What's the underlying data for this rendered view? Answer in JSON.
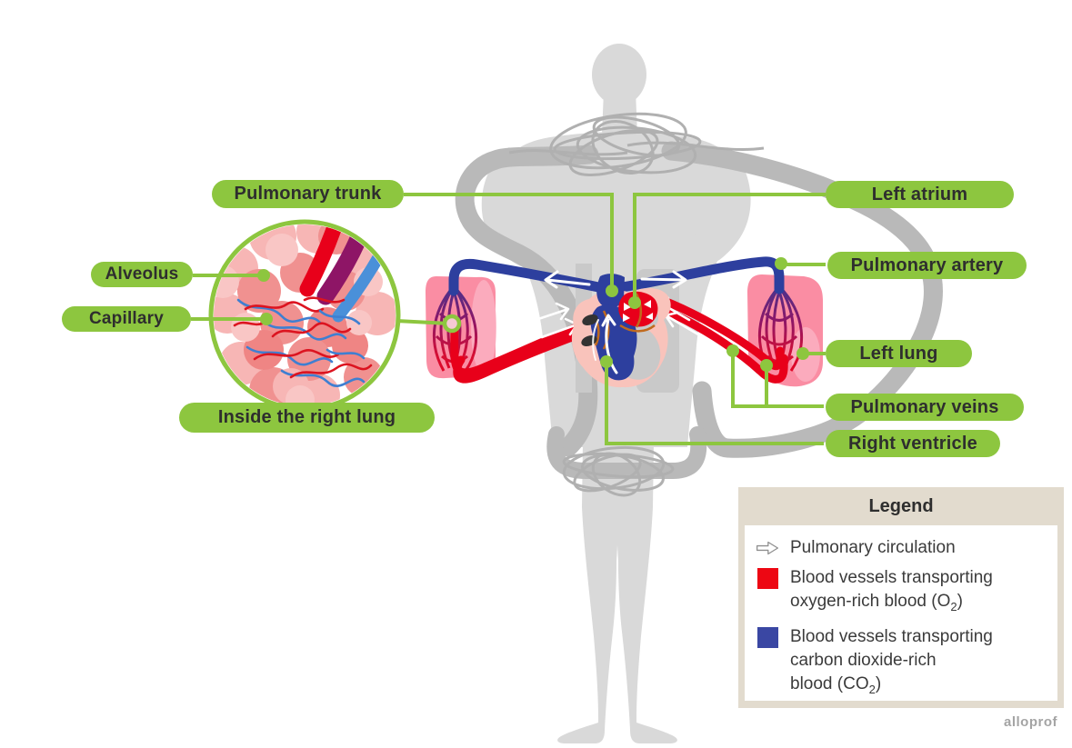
{
  "labels": {
    "pulmonary_trunk": "Pulmonary trunk",
    "left_atrium": "Left atrium",
    "pulmonary_artery": "Pulmonary artery",
    "left_lung": "Left lung",
    "pulmonary_veins": "Pulmonary veins",
    "right_ventricle": "Right ventricle",
    "alveolus": "Alveolus",
    "capillary": "Capillary",
    "inside_right_lung": "Inside the right lung"
  },
  "legend": {
    "title": "Legend",
    "arrow_item": {
      "icon": "right-arrow-outline-icon",
      "label": "Pulmonary circulation"
    },
    "oxygen_item": {
      "swatch_color": "#ed0713",
      "line1": "Blood vessels transporting",
      "line2_pre": "oxygen-rich blood (O",
      "subscript": "2",
      "line2_post": ")"
    },
    "co2_item": {
      "swatch_color": "#3a47a3",
      "line1": "Blood vessels transporting",
      "line2": "carbon dioxide-rich",
      "line3_pre": "blood (CO",
      "subscript": "2",
      "line3_post": ")"
    }
  },
  "watermark": "alloprof",
  "colors": {
    "label_pill_green": "#8dc63f",
    "connector_green": "#8dc63f",
    "vessel_red": "#e8001a",
    "vessel_blue": "#2d3f9e",
    "circle_capillary_red": "#dc1420",
    "circle_capillary_blue": "#3f7fd1",
    "purple_band": "#8e1566",
    "lung_pink": "#fa8da3",
    "heart_pink": "#f9c3bb",
    "body_gray": "#d9d9d9",
    "systemic_vessel_gray": "#b9b9b9",
    "legend_beige": "#e2dbce"
  }
}
